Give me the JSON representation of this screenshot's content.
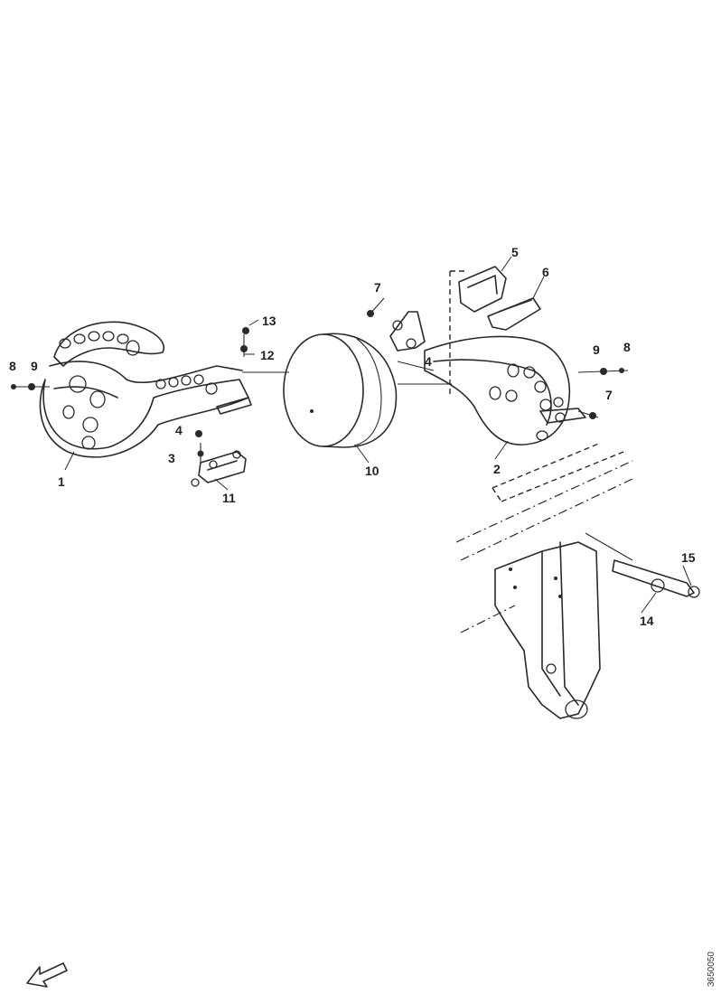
{
  "callouts": {
    "c1": "1",
    "c2": "2",
    "c3": "3",
    "c4a": "4",
    "c4b": "4",
    "c5": "5",
    "c6": "6",
    "c7a": "7",
    "c7b": "7",
    "c8a": "8",
    "c8b": "8",
    "c9a": "9",
    "c9b": "9",
    "c10": "10",
    "c11": "11",
    "c12": "12",
    "c13": "13",
    "c14": "14",
    "c15": "15"
  },
  "drawing_code": "3650050",
  "arrow_icon": "direction-arrow-icon",
  "colors": {
    "line": "#2a2a2a",
    "background": "#ffffff"
  }
}
